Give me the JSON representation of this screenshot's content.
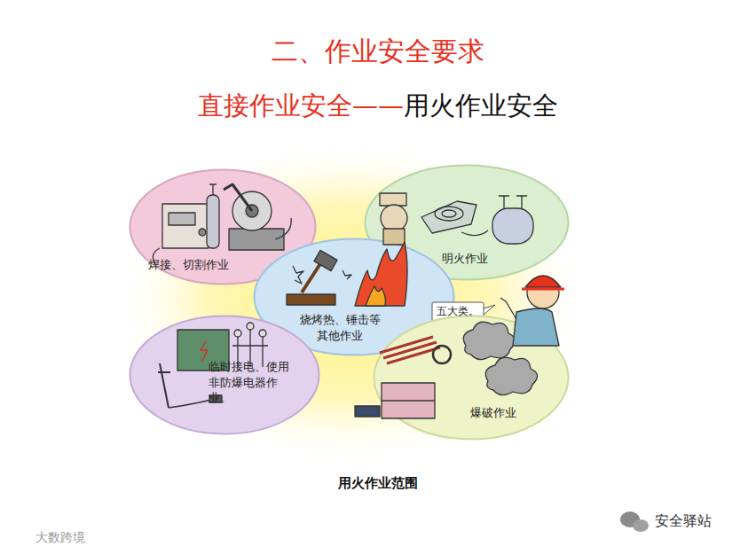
{
  "diagram": {
    "title": "二、作业安全要求",
    "caption": "用火作业范围",
    "nodes": [
      {
        "text": [
          "焊接、切割作业"
        ]
      },
      {
        "text": [
          "明火作业"
        ]
      },
      {
        "text": [
          "烧烤热、锤击等其他作业"
        ]
      },
      {
        "text": [
          "临时接电、使用非防爆电器作业。"
        ]
      },
      {
        "text": [
          "五大类。"
        ]
      },
      {
        "text": [
          "爆破作业"
        ]
      }
    ],
    "labels": [
      "直接作业安全——",
      "用火作业安全",
      "安全驿站",
      "大数跨境"
    ]
  }
}
